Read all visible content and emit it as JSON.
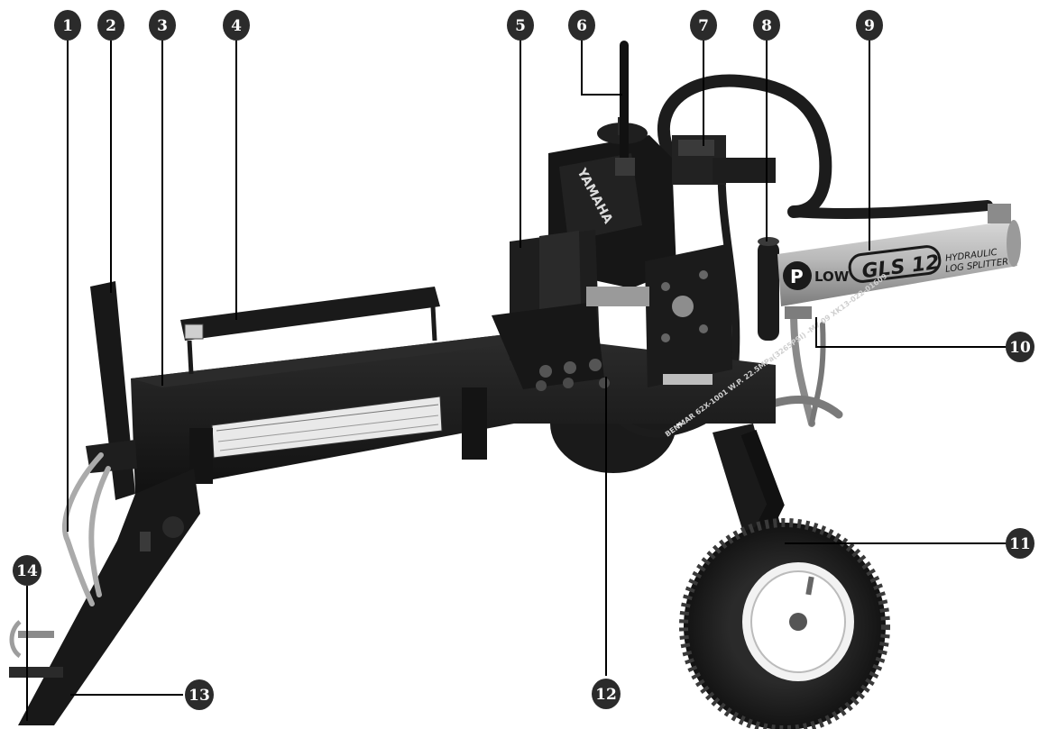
{
  "callouts": [
    {
      "label": "1"
    },
    {
      "label": "2"
    },
    {
      "label": "3"
    },
    {
      "label": "4"
    },
    {
      "label": "5"
    },
    {
      "label": "6"
    },
    {
      "label": "7"
    },
    {
      "label": "8"
    },
    {
      "label": "9"
    },
    {
      "label": "10"
    },
    {
      "label": "11"
    },
    {
      "label": "12"
    },
    {
      "label": "13"
    },
    {
      "label": "14"
    }
  ],
  "cylinder_brand": {
    "logo_letter": "P",
    "logo_word": "LOW",
    "model": "GLS 12",
    "subline_1": "HYDRAULIC",
    "subline_2": "LOG SPLITTER"
  },
  "engine_brand": "YAMAHA",
  "hose_print": "BENMAR 62X-1001 W.P. 22.5MPa(3265PSI) -M7 09 XK13-022-01609",
  "colors": {
    "frame": "#1b1b1b",
    "cylinder": "#b9b9b9",
    "callout_badge": "#2b2b2b",
    "leader_line": "#000000"
  }
}
